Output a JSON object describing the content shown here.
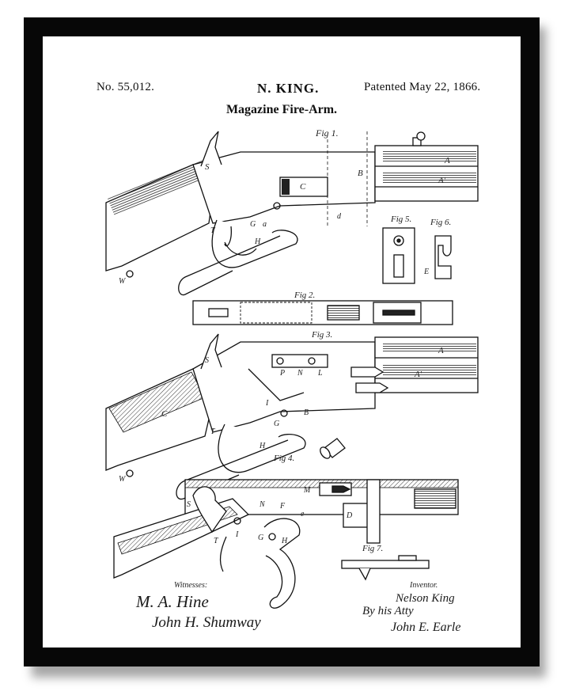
{
  "patent": {
    "number": "No. 55,012.",
    "inventor": "N. KING.",
    "date": "Patented May 22, 1866.",
    "title": "Magazine Fire-Arm."
  },
  "figures": {
    "fig1": "Fig 1.",
    "fig2": "Fig 2.",
    "fig3": "Fig 3.",
    "fig4": "Fig 4.",
    "fig5": "Fig 5.",
    "fig6": "Fig 6.",
    "fig7": "Fig 7."
  },
  "letters": {
    "S": "S",
    "A": "A",
    "A1": "A'",
    "B": "B",
    "C": "C",
    "G": "G",
    "T": "T",
    "H": "H",
    "W": "W",
    "a": "a",
    "d": "d",
    "E": "E",
    "D": "D",
    "N": "N",
    "F": "F",
    "L": "L",
    "I": "I",
    "P": "P",
    "M": "M",
    "e": "e"
  },
  "witnesses": {
    "label": "Witnesses:",
    "sig1": "M. A. Hine",
    "sig2": "John H. Shumway"
  },
  "inventor_block": {
    "label": "Inventor.",
    "sig1": "Nelson King",
    "sig2": "By his Atty",
    "sig3": "John E. Earle"
  }
}
